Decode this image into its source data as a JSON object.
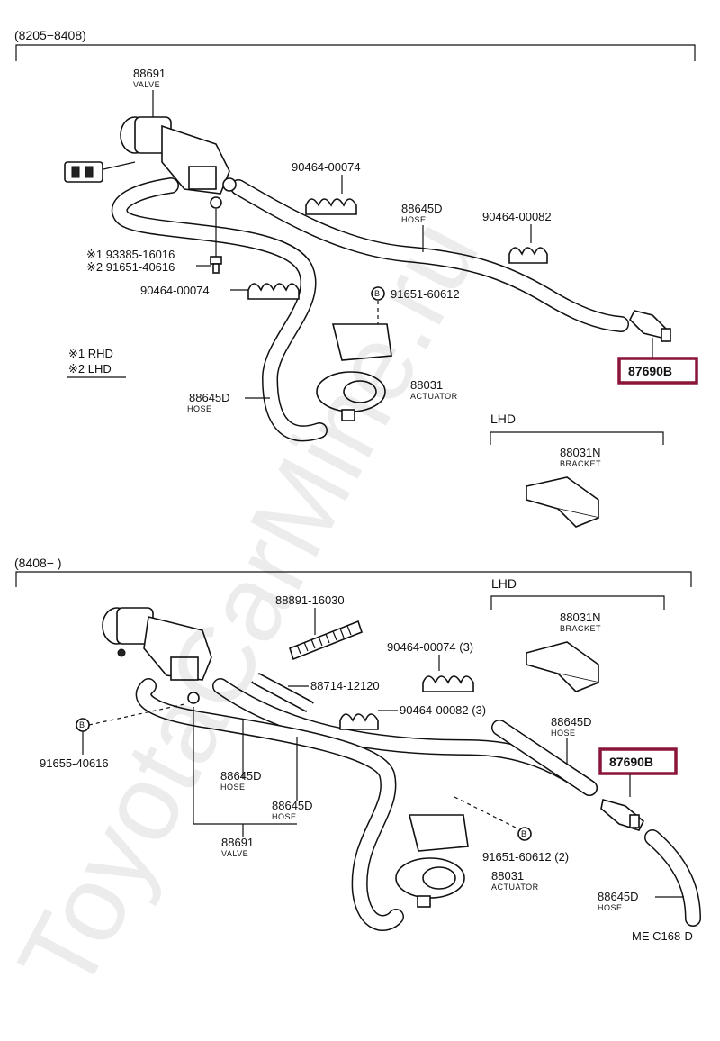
{
  "colors": {
    "highlight": "#8a1538",
    "ink": "#111111"
  },
  "top": {
    "period": "(8205−8408)",
    "valve_no": "88691",
    "valve_name": "VALVE",
    "clip1_no": "90464-00074",
    "hose1_no": "88645D",
    "hose1_name": "HOSE",
    "clip2_no": "90464-00082",
    "bolt1_no": "※1 93385-16016",
    "bolt2_no": "※2 91651-40616",
    "clip3_no": "90464-00074",
    "bolt3_no": "91651-60612",
    "bolt3_symbol": "B",
    "way_no": "87690B",
    "legend1": "※1 RHD",
    "legend2": "※2 LHD",
    "hose2_no": "88645D",
    "hose2_name": "HOSE",
    "act_no": "88031",
    "act_name": "ACTUATOR",
    "lhd_label": "LHD",
    "bracket_no": "88031N",
    "bracket_name": "BRACKET"
  },
  "bottom": {
    "period": "(8408−          )",
    "lhd_label": "LHD",
    "bracket_no": "88031N",
    "bracket_name": "BRACKET",
    "spring_no": "88891-16030",
    "clip1_no": "90464-00074 (3)",
    "sleeve_no": "88714-12120",
    "clip2_no": "90464-00082 (3)",
    "bolt1_symbol": "B",
    "bolt1_no": "91655-40616",
    "hose1_no": "88645D",
    "hose1_name": "HOSE",
    "way_no": "87690B",
    "hose2_no": "88645D",
    "hose2_name": "HOSE",
    "hose3_no": "88645D",
    "hose3_name": "HOSE",
    "valve_no": "88691",
    "valve_name": "VALVE",
    "bolt2_symbol": "B",
    "bolt2_no": "91651-60612 (2)",
    "act_no": "88031",
    "act_name": "ACTUATOR",
    "hose4_no": "88645D",
    "hose4_name": "HOSE",
    "drawing_code": "ME C168-D"
  },
  "watermark": "ToyotaCarMine.ru"
}
